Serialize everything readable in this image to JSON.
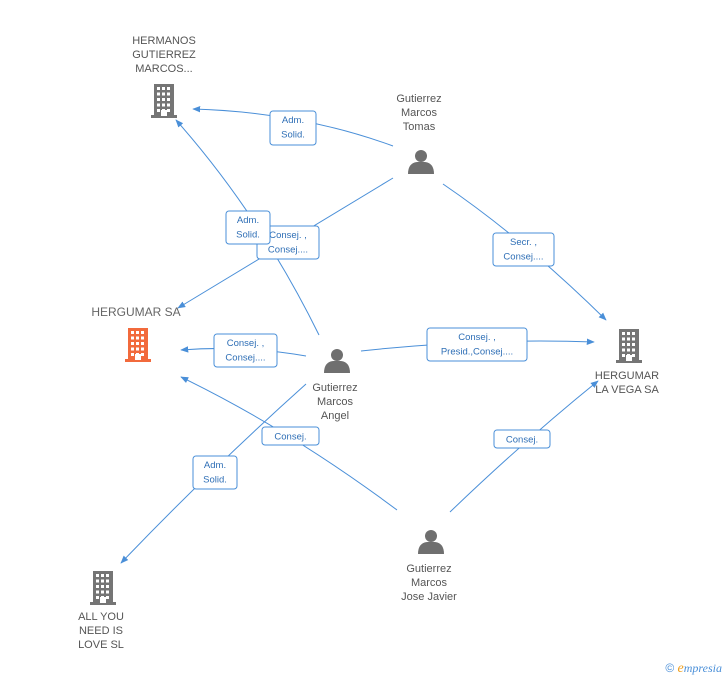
{
  "colors": {
    "edge": "#4a8fd8",
    "company": "#757575",
    "company_focus": "#f26a3c",
    "person": "#6f6f6f"
  },
  "nodes": {
    "hermanos": {
      "lines": [
        "HERMANOS",
        "GUTIERREZ",
        "MARCOS..."
      ],
      "kind": "company",
      "icon": "building-icon"
    },
    "hergumar_sa": {
      "lines": [
        "HERGUMAR SA"
      ],
      "kind": "company-focus",
      "icon": "building-icon"
    },
    "hergumar_vega": {
      "lines": [
        "HERGUMAR",
        "LA VEGA SA"
      ],
      "kind": "company",
      "icon": "building-icon"
    },
    "all_you_need": {
      "lines": [
        "ALL YOU",
        "NEED IS",
        "LOVE SL"
      ],
      "kind": "company",
      "icon": "building-icon"
    },
    "tomas": {
      "lines": [
        "Gutierrez",
        "Marcos",
        "Tomas"
      ],
      "kind": "person",
      "icon": "person-icon"
    },
    "angel": {
      "lines": [
        "Gutierrez",
        "Marcos",
        "Angel"
      ],
      "kind": "person",
      "icon": "person-icon"
    },
    "jose": {
      "lines": [
        "Gutierrez",
        "Marcos",
        "Jose Javier"
      ],
      "kind": "person",
      "icon": "person-icon"
    }
  },
  "relations": [
    {
      "id": "tomas-hermanos",
      "lines": [
        "Adm.",
        "Solid."
      ]
    },
    {
      "id": "tomas-hergumar_sa",
      "lines": [
        "Consej. ,",
        "Consej...."
      ]
    },
    {
      "id": "angel-hermanos",
      "lines": [
        "Adm.",
        "Solid."
      ]
    },
    {
      "id": "tomas-hergumar_vega",
      "lines": [
        "Secr. ,",
        "Consej...."
      ]
    },
    {
      "id": "angel-hergumar_sa",
      "lines": [
        "Consej. ,",
        "Consej...."
      ]
    },
    {
      "id": "angel-hergumar_vega",
      "lines": [
        "Consej. ,",
        "Presid.,Consej...."
      ]
    },
    {
      "id": "jose-hergumar_sa",
      "lines": [
        "Consej."
      ]
    },
    {
      "id": "angel-all_you_need",
      "lines": [
        "Adm.",
        "Solid."
      ]
    },
    {
      "id": "jose-hergumar_vega",
      "lines": [
        "Consej."
      ]
    }
  ],
  "brand": {
    "copyright": "©",
    "e": "e",
    "rest": "mpresia"
  }
}
